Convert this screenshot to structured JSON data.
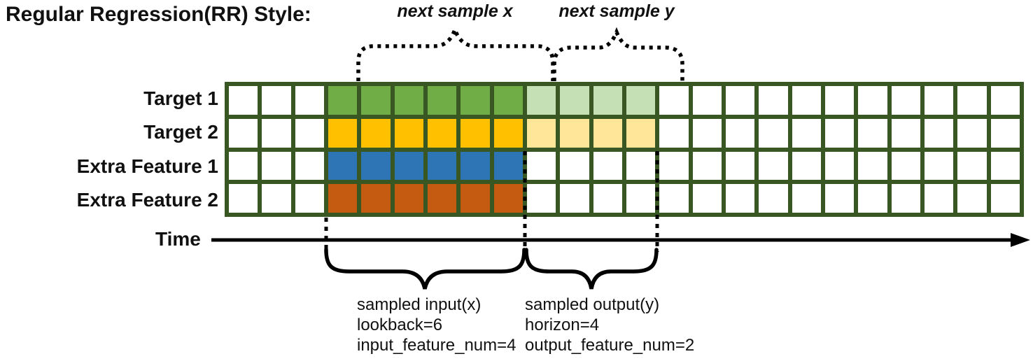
{
  "title": "Regular Regression(RR) Style:",
  "annotations_top": {
    "next_x": "next sample x",
    "next_y": "next sample y"
  },
  "grid": {
    "columns": 24,
    "leading_empty_cols": 3,
    "lookback": 6,
    "horizon": 4,
    "border_color": "#385723",
    "cell_color": "#ffffff",
    "rows": [
      {
        "label": "Target 1",
        "input_color": "#70ad47",
        "output_color": "#c5e0b4"
      },
      {
        "label": "Target 2",
        "input_color": "#ffc000",
        "output_color": "#ffe699"
      },
      {
        "label": "Extra Feature 1",
        "input_color": "#2e75b6",
        "output_color": null
      },
      {
        "label": "Extra Feature 2",
        "input_color": "#c55a11",
        "output_color": null
      }
    ]
  },
  "time_axis": {
    "label": "Time"
  },
  "annotations_bottom": {
    "input_lines": [
      "sampled input(x)",
      "lookback=6",
      "input_feature_num=4"
    ],
    "output_lines": [
      "sampled output(y)",
      "horizon=4",
      "output_feature_num=2"
    ]
  },
  "stroke_color": "#000000"
}
